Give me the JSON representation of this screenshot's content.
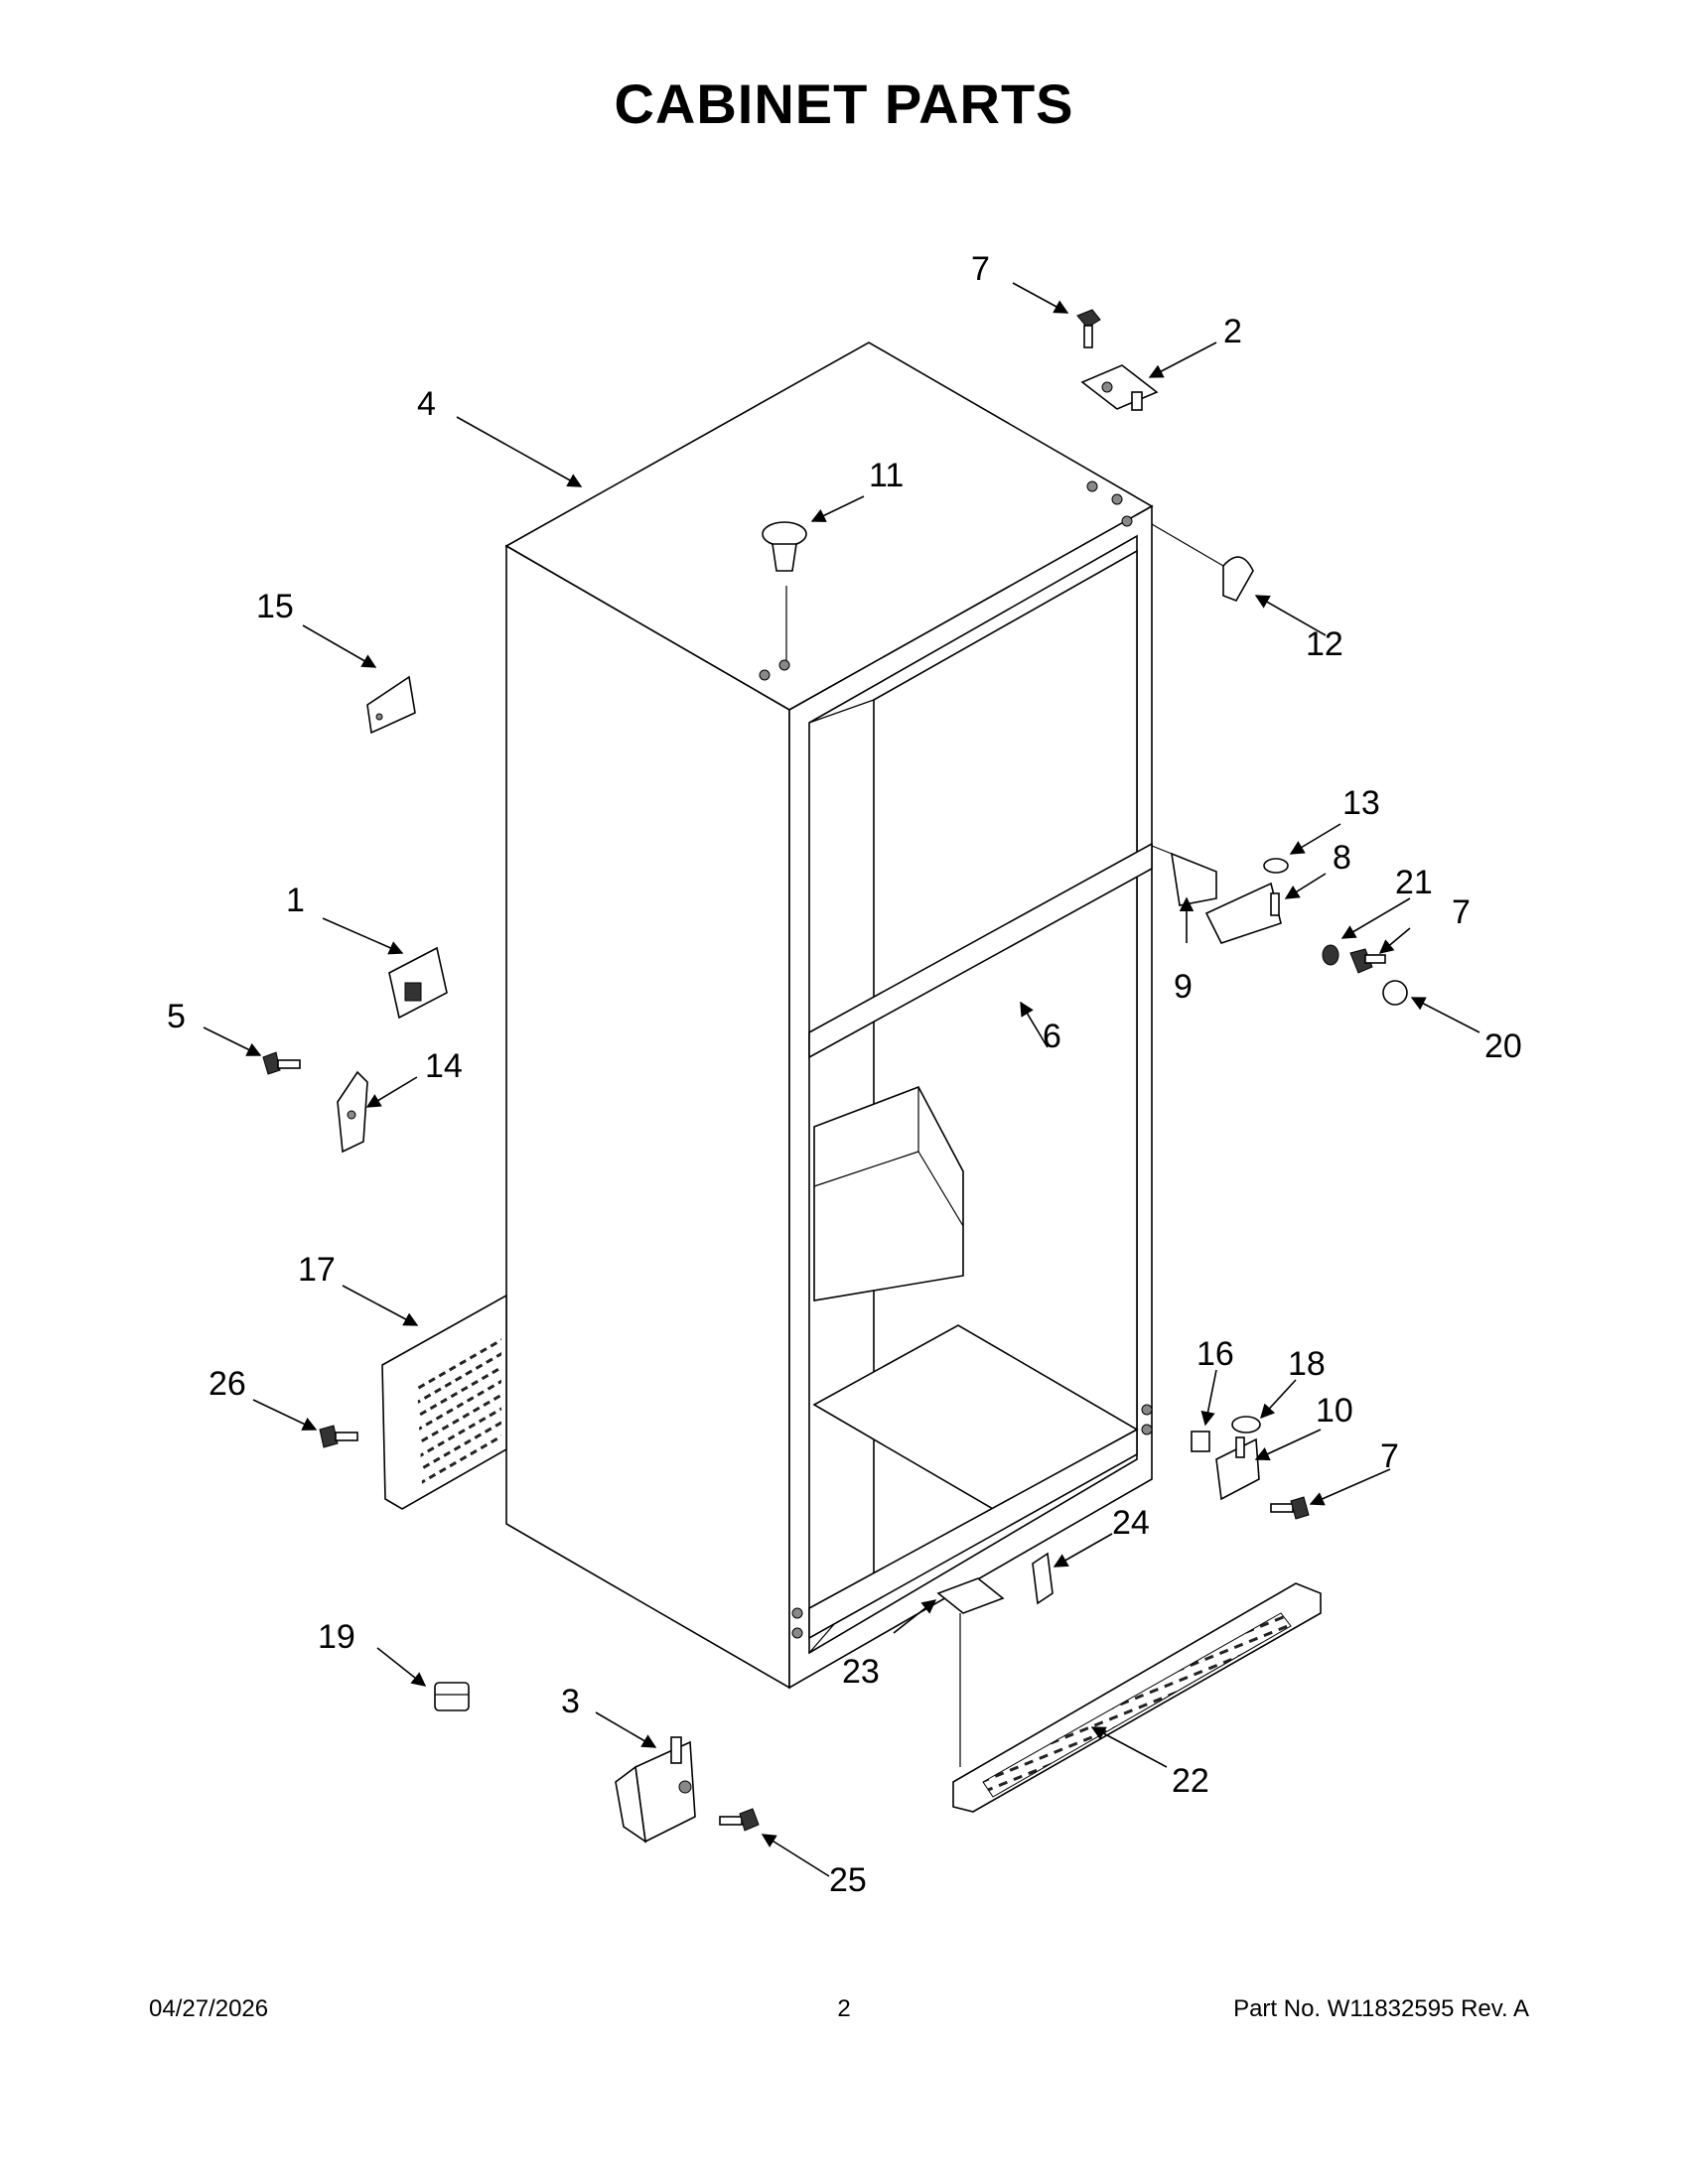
{
  "title": "CABINET PARTS",
  "callouts": [
    "1",
    "2",
    "3",
    "4",
    "5",
    "6",
    "7",
    "8",
    "9",
    "10",
    "11",
    "12",
    "13",
    "14",
    "15",
    "16",
    "17",
    "18",
    "19",
    "20",
    "21",
    "22",
    "23",
    "24",
    "25",
    "26"
  ],
  "footer": {
    "date": "04/27/2026",
    "page": "2",
    "part_no": "Part No.  W11832595   Rev.  A"
  }
}
